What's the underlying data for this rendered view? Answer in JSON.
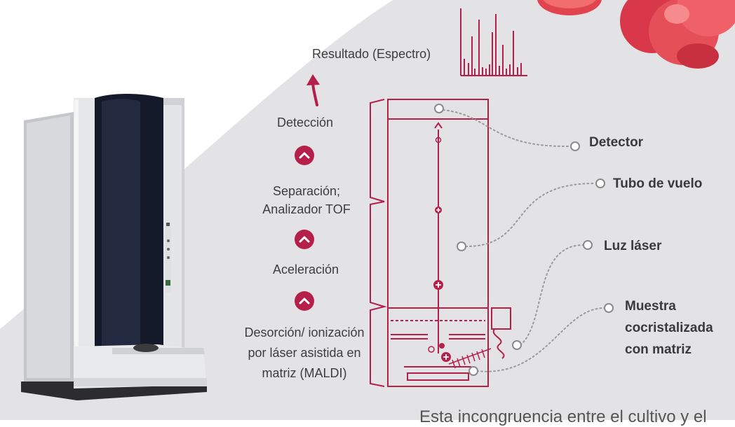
{
  "steps": {
    "result": "Resultado (Espectro)",
    "detection": "Detección",
    "separation": "Separación;\nAnalizador TOF",
    "acceleration": "Aceleración",
    "desorption": "Desorción/ ionización\npor láser asistida en\nmatriz (MALDI)"
  },
  "components": {
    "detector": "Detector",
    "flight_tube": "Tubo de vuelo",
    "laser": "Luz láser",
    "sample": "Muestra\ncocristalizada\ncon matriz"
  },
  "footer_text": "Esta incongruencia entre el cultivo y el",
  "colors": {
    "accent": "#b5204a",
    "background_grey": "#e2e2e4",
    "text": "#3d3d3d",
    "dotted_line": "#9a9a9a"
  },
  "icons": {
    "step_arrow": "chevron-up-icon",
    "result_arrow": "curved-arrow-icon",
    "spectrum": "spectrum-icon"
  }
}
